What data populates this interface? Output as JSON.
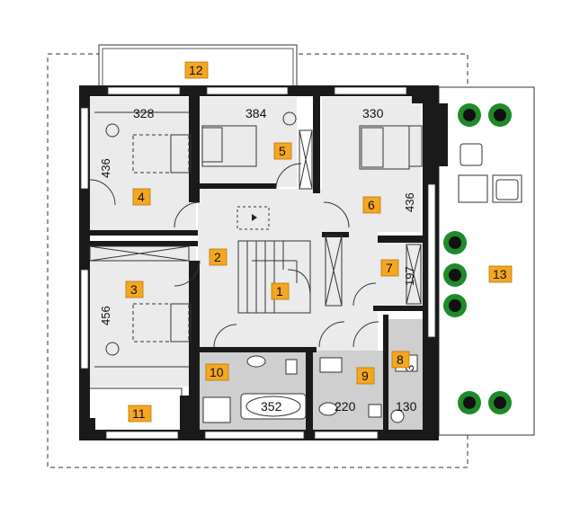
{
  "rooms": [
    {
      "id": "1"
    },
    {
      "id": "2"
    },
    {
      "id": "3"
    },
    {
      "id": "4"
    },
    {
      "id": "5"
    },
    {
      "id": "6"
    },
    {
      "id": "7"
    },
    {
      "id": "8"
    },
    {
      "id": "9"
    },
    {
      "id": "10"
    },
    {
      "id": "11"
    },
    {
      "id": "12"
    },
    {
      "id": "13"
    }
  ],
  "dimensions": {
    "room4_width": "328",
    "room5_width": "384",
    "room6_width": "330",
    "room4_depth": "436",
    "room6_depth": "436",
    "room3_depth": "456",
    "room7_depth": "197",
    "bath_tub": "352",
    "room9_width": "220",
    "room8_width": "130",
    "room8_depth": "3"
  },
  "colors": {
    "tag": "#f5a623",
    "wall": "#1a1a1a",
    "floor": "#ebebeb",
    "bath_floor": "#cfcfcf",
    "plant": "#1f8a2a"
  }
}
